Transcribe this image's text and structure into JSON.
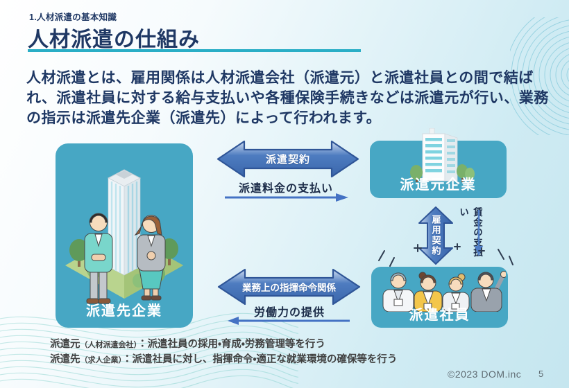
{
  "slide": {
    "section_label": "1.人材派遣の基本知識",
    "title": "人材派遣の仕組み",
    "intro": "人材派遣とは、雇用関係は人材派遣会社（派遣元）と派遣社員との間で結ばれ、派遣社員に対する給与支払いや各種保険手続きなどは派遣元が行い、業務の指示は派遣先企業（派遣先）によって行われます。",
    "diagram": {
      "client_company_label": "派遣先企業",
      "agency_label": "派遣元企業",
      "staff_label": "派遣社員",
      "dispatch_contract_label": "派遣契約",
      "dispatch_fee_label": "派遣料金の支払い",
      "employment_contract_label": "雇用契約",
      "wage_payment_label": "賃金の支払い",
      "command_relation_label": "業務上の指揮命令関係",
      "labor_provision_label": "労働力の提供"
    },
    "notes": [
      {
        "term": "派遣元",
        "qualifier": "（人材派遣会社）",
        "desc": "：派遣社員の採用・育成・労務管理等を行う"
      },
      {
        "term": "派遣先",
        "qualifier": "（求人企業）",
        "desc": "：派遣社員に対し、指揮命令・適正な就業環境の確保等を行う"
      }
    ],
    "footer": {
      "copyright": "©2023 DOM.inc",
      "page_number": "5"
    },
    "icons": {
      "client_illustration": "office-building-with-two-bowing-workers",
      "agency_illustration": "office-building-with-trees",
      "staff_illustration": "four-cheering-staff-members"
    },
    "colors": {
      "navy_text": "#1f3864",
      "accent_teal_underline": "#2aaec6",
      "box_teal": "#47a7c4",
      "arrow_blue_fill": "#4876bc",
      "arrow_blue_border": "#2f5597",
      "thin_arrow_blue": "#4472c4"
    }
  }
}
